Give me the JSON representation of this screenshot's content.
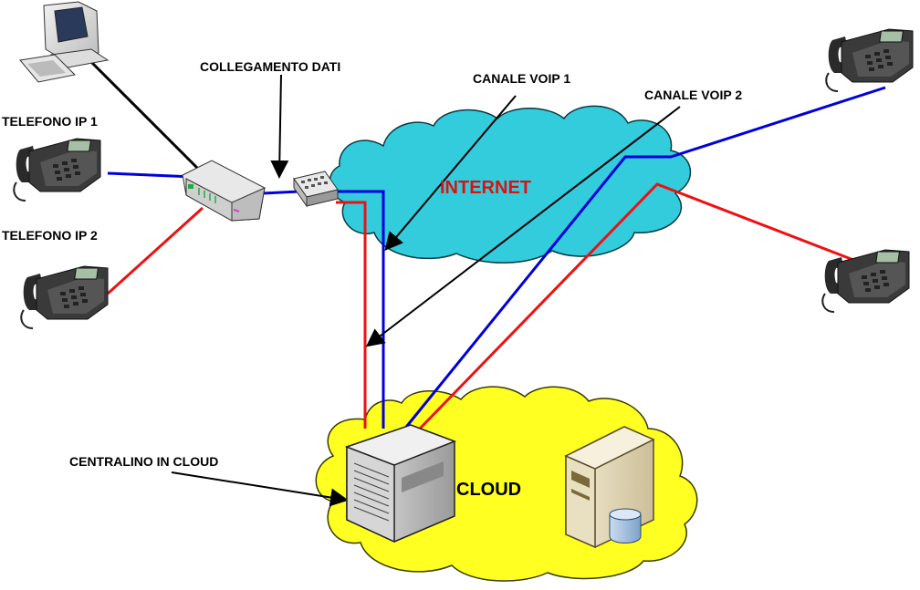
{
  "labels": {
    "telefono_ip_1": "TELEFONO IP 1",
    "telefono_ip_2": "TELEFONO IP 2",
    "collegamento_dati": "COLLEGAMENTO DATI",
    "canale_voip_1": "CANALE VOIP 1",
    "canale_voip_2": "CANALE VOIP 2",
    "internet": "INTERNET",
    "cloud": "CLOUD",
    "centralino_in_cloud": "CENTRALINO IN CLOUD"
  },
  "colors": {
    "internet_cloud": "#33ccdd",
    "pbx_cloud": "#ffff22",
    "channel_1": "#0000dd",
    "channel_2": "#ee1111",
    "data_link": "#000000",
    "internet_text": "#dd1111"
  },
  "icons": [
    "desktop-computer-icon",
    "ip-phone-icon",
    "router-icon",
    "network-switch-icon",
    "pbx-server-icon",
    "database-server-icon"
  ]
}
